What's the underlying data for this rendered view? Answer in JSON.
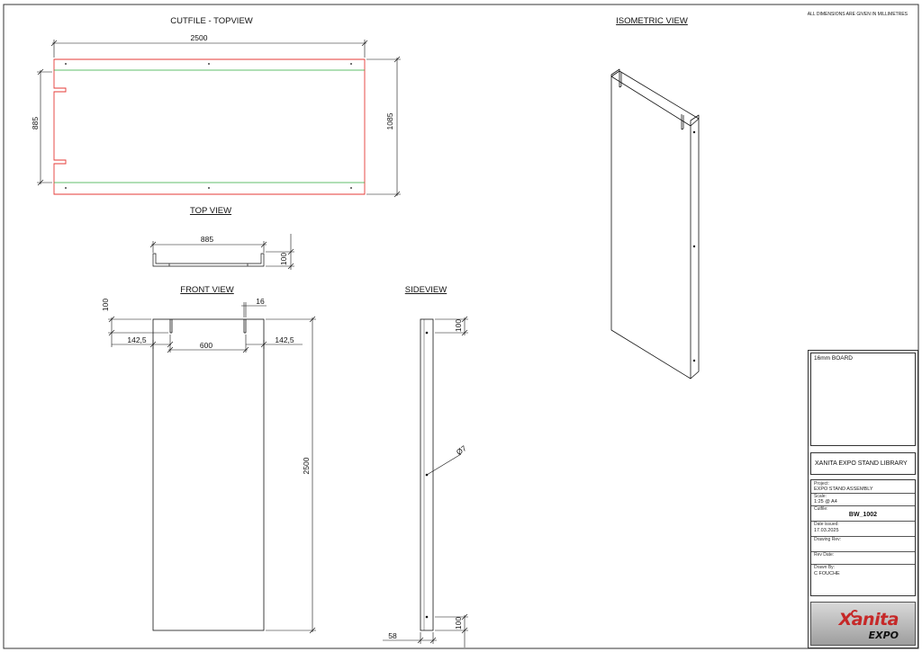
{
  "note": "ALL DIMENSIONS ARE GIVEN IN MILLIMETRES",
  "views": {
    "cutfile": "CUTFILE - TOPVIEW",
    "top": "TOP VIEW",
    "front": "FRONT VIEW",
    "side": "SIDEVIEW",
    "iso": "ISOMETRIC VIEW"
  },
  "dims": {
    "cut_width": "2500",
    "cut_height": "1085",
    "cut_inner": "885",
    "top_width": "885",
    "top_depth": "100",
    "front_slot_height": "100",
    "front_slot_width": "16",
    "front_left_offset": "142,5",
    "front_mid": "600",
    "front_right_offset": "142,5",
    "front_height": "2500",
    "side_top": "100",
    "side_bottom": "100",
    "side_hole": "Ø7",
    "side_width": "58"
  },
  "title_block": {
    "material": "16mm BOARD",
    "library": "XANITA EXPO STAND LIBRARY",
    "project_label": "Project:",
    "project_value": "EXPO STAND ASSEMBLY",
    "scale_label": "Scale:",
    "scale_value": "1:25 @ A4",
    "cutfile_label": "Cutfile:",
    "cutfile_value": "BW_1002",
    "date_label": "Date issued:",
    "date_value": "17.03.2025",
    "drawing_label": "Drawing Rev:",
    "rev_label": "Rev Date:",
    "drawn_label": "Drawn By:",
    "drawn_value": "C FOUCHE",
    "logo_main": "Xanita",
    "logo_sub": "EXPO"
  },
  "colors": {
    "cut_line": "#e53935",
    "fold_line": "#2eaa3a",
    "logo_red": "#c62828"
  }
}
